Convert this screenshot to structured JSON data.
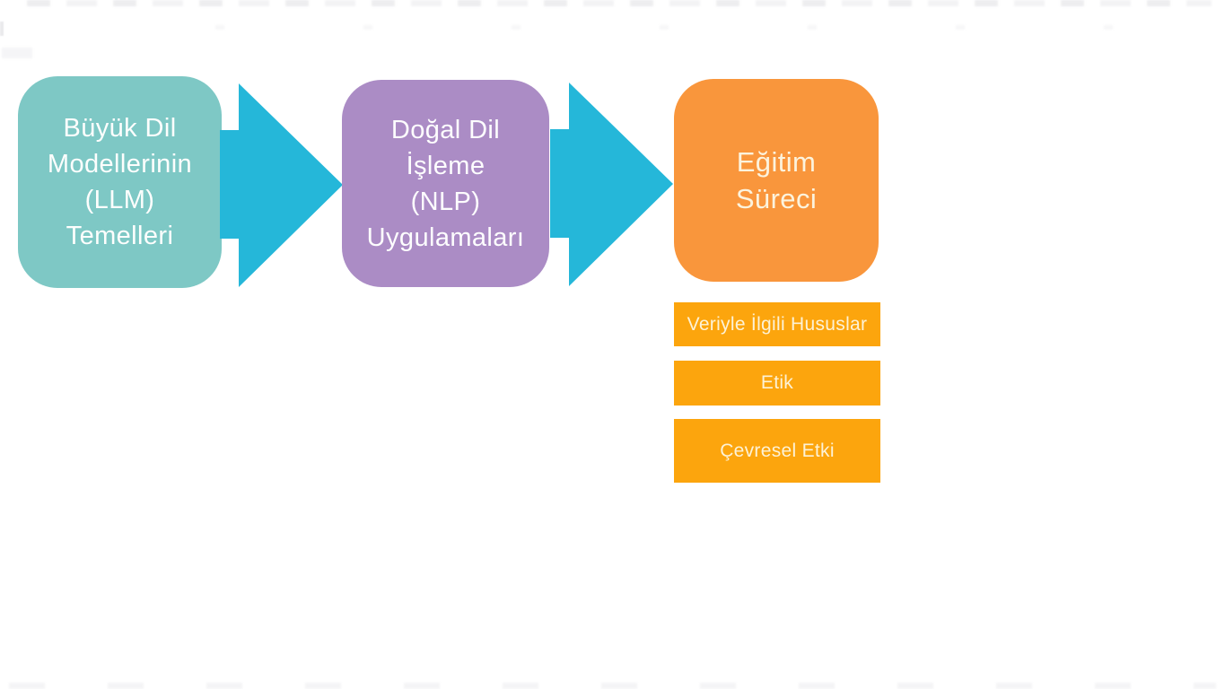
{
  "page": {
    "background": "#ffffff"
  },
  "diagram": {
    "arrow_color": "#25b7d9",
    "flow": [
      {
        "label": "Büyük Dil Modellerinin (LLM) Temelleri",
        "lines": [
          "Büyük Dil",
          "Modellerinin",
          "(LLM)",
          "Temelleri"
        ],
        "fill": "#7ec8c5",
        "text_color": "#fdfefd"
      },
      {
        "label": "Doğal Dil İşleme (NLP) Uygulamaları",
        "lines": [
          "Doğal Dil",
          "İşleme",
          "(NLP)",
          "Uygulamaları"
        ],
        "fill": "#ab8cc5",
        "text_color": "#fdfdfe"
      },
      {
        "label": "Eğitim Süreci",
        "lines": [
          "Eğitim",
          "Süreci"
        ],
        "fill": "#f9963c",
        "text_color": "#fcf3dd"
      }
    ],
    "sub_steps": [
      {
        "label": "Veriyle İlgili Hususlar"
      },
      {
        "label": "Etik"
      },
      {
        "label": "Çevresel Etki"
      }
    ],
    "sub_step_fill": "#fca50d",
    "sub_step_text_color": "#fdf2d6"
  }
}
